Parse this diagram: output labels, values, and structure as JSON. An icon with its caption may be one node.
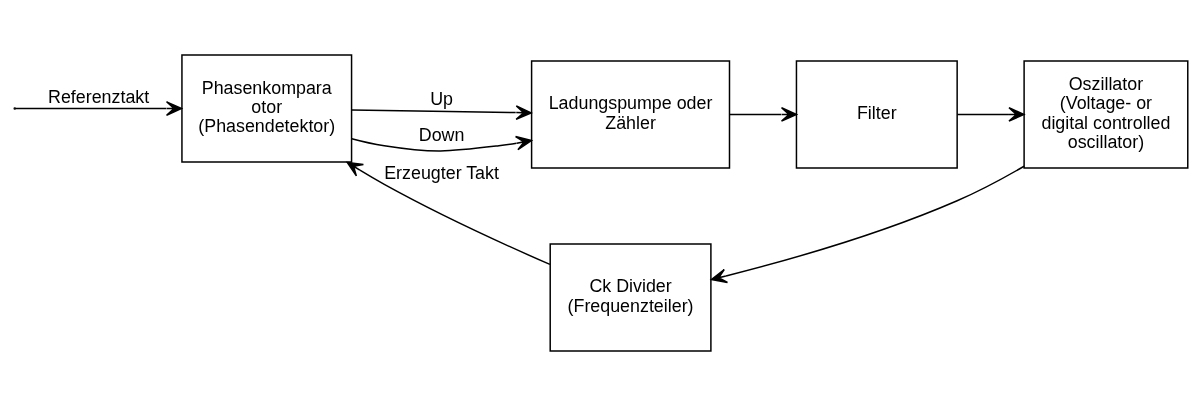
{
  "diagram": {
    "nodes": [
      {
        "text": [
          "Phasenkompara otor (Phasendetektor)"
        ]
      },
      {
        "text": [
          "Ladungspumpe oder Zähler"
        ]
      },
      {
        "text": [
          "Filter"
        ]
      },
      {
        "text": [
          "Oszillator (Voltage- or digital controlled oscillator)"
        ]
      },
      {
        "text": [
          "Ck Divider (Frequenzteiler)"
        ]
      }
    ],
    "edges": [
      {
        "from": null,
        "to": 0,
        "arrow": "to",
        "label": "Referenztakt"
      },
      {
        "from": 0,
        "to": 1,
        "arrow": "to",
        "label": "Up"
      },
      {
        "from": 0,
        "to": 1,
        "arrow": "to",
        "label": "Down"
      },
      {
        "from": 1,
        "to": 2,
        "arrow": "to"
      },
      {
        "from": 2,
        "to": 3,
        "arrow": "to"
      },
      {
        "from": 3,
        "to": 4,
        "arrow": "to"
      },
      {
        "from": 4,
        "to": 0,
        "arrow": "to",
        "label": "Erzeugter Takt"
      }
    ]
  }
}
